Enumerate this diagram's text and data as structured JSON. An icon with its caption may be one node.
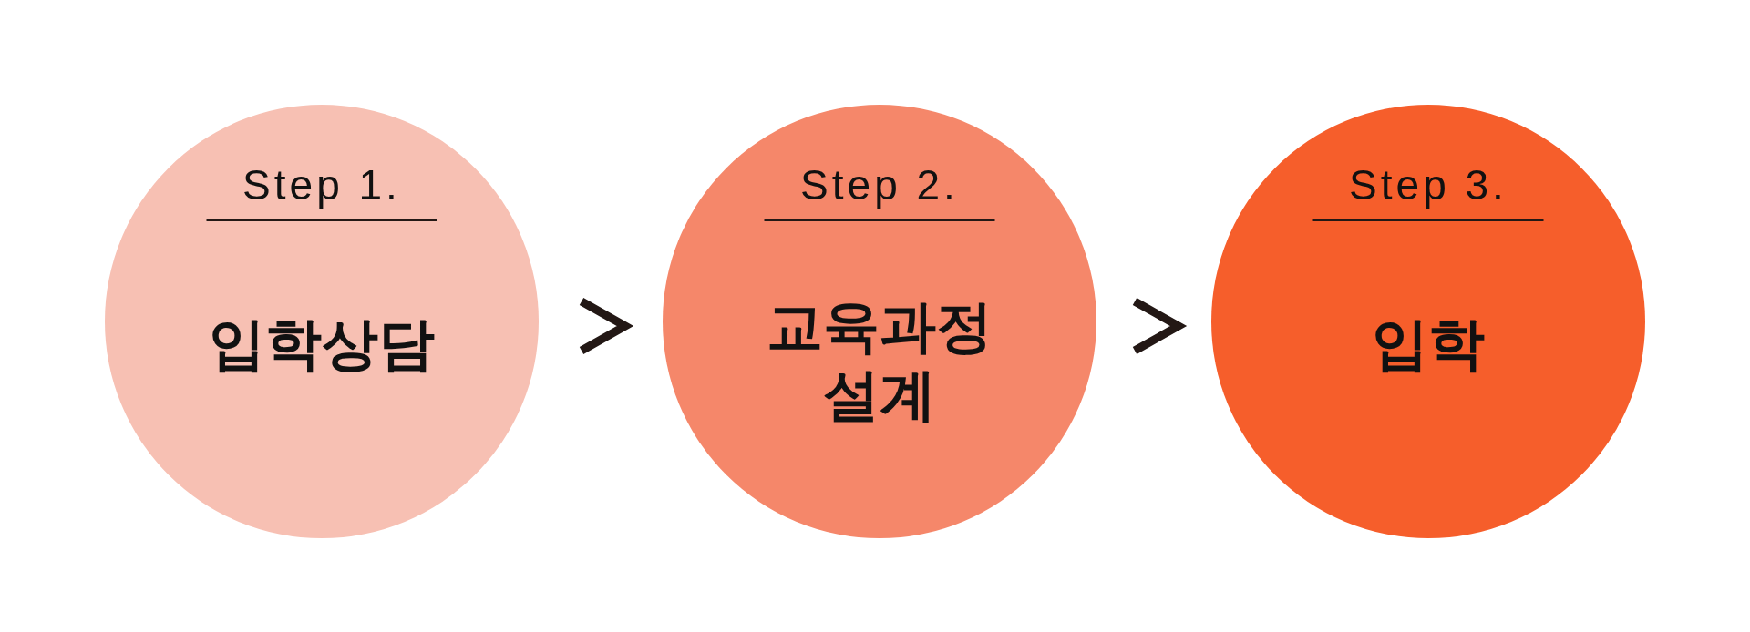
{
  "diagram": {
    "nodes": [
      {
        "text": [
          "Step 1.",
          "입학상담"
        ]
      },
      {
        "text": [
          "Step 2.",
          "교육과정 설계"
        ]
      },
      {
        "text": [
          "Step 3.",
          "입학"
        ]
      }
    ],
    "edges": [
      {
        "from": 0,
        "to": 1,
        "arrow": "to"
      },
      {
        "from": 1,
        "to": 2,
        "arrow": "to"
      }
    ]
  }
}
